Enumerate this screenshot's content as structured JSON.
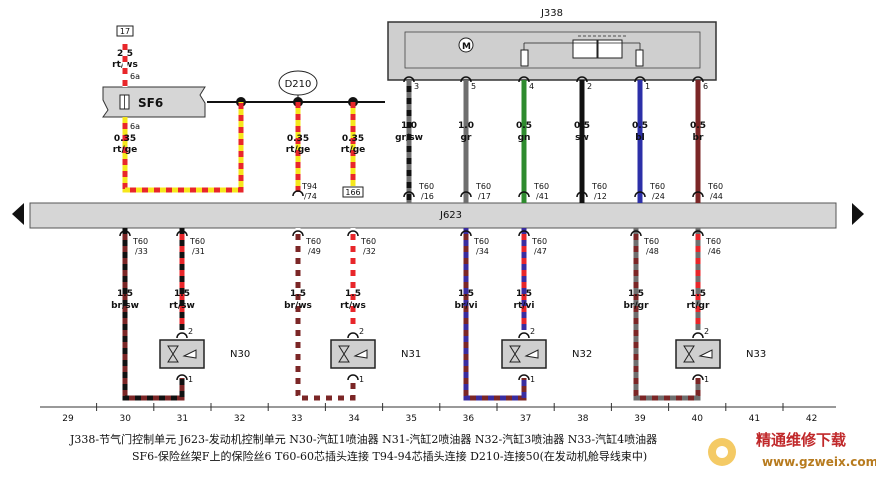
{
  "components": {
    "j338": "J338",
    "j623": "J623",
    "sf6": "SF6",
    "d210": "D210",
    "n30": "N30",
    "n31": "N31",
    "n32": "N32",
    "n33": "N33"
  },
  "fuse_top": {
    "box": "17",
    "size": "2.5",
    "color": "rt/ws",
    "pin_top": "6a",
    "pin_bottom": "6a"
  },
  "top_wires": [
    {
      "size": "0.35",
      "color": "rt/ge"
    },
    {
      "size": "0.35",
      "color": "rt/ge"
    },
    {
      "size": "0.35",
      "color": "rt/ge"
    }
  ],
  "t94_label": "T94",
  "t94_pin": "/74",
  "box_166": "166",
  "j338_wires": [
    {
      "pin": "3",
      "size": "1.0",
      "color": "gr/sw",
      "conn": "T60",
      "conn_pin": "/16"
    },
    {
      "pin": "5",
      "size": "1.0",
      "color": "gr",
      "conn": "T60",
      "conn_pin": "/17"
    },
    {
      "pin": "4",
      "size": "0.5",
      "color": "gn",
      "conn": "T60",
      "conn_pin": "/41"
    },
    {
      "pin": "2",
      "size": "0.5",
      "color": "sw",
      "conn": "T60",
      "conn_pin": "/12"
    },
    {
      "pin": "1",
      "size": "0.5",
      "color": "bl",
      "conn": "T60",
      "conn_pin": "/24"
    },
    {
      "pin": "6",
      "size": "0.5",
      "color": "br",
      "conn": "T60",
      "conn_pin": "/44"
    }
  ],
  "injector_wires": [
    {
      "conn": "T60",
      "pin": "/33",
      "size": "1.5",
      "color": "br/sw"
    },
    {
      "conn": "T60",
      "pin": "/31",
      "size": "1.5",
      "color": "rt/sw"
    },
    {
      "conn": "T60",
      "pin": "/49",
      "size": "1.5",
      "color": "br/ws"
    },
    {
      "conn": "T60",
      "pin": "/32",
      "size": "1.5",
      "color": "rt/ws"
    },
    {
      "conn": "T60",
      "pin": "/34",
      "size": "1.5",
      "color": "br/vi"
    },
    {
      "conn": "T60",
      "pin": "/47",
      "size": "1.5",
      "color": "rt/vi"
    },
    {
      "conn": "T60",
      "pin": "/48",
      "size": "1.5",
      "color": "br/gr"
    },
    {
      "conn": "T60",
      "pin": "/46",
      "size": "1.5",
      "color": "rt/gr"
    }
  ],
  "injector_pins": {
    "top": "2",
    "bottom": "1"
  },
  "columns": [
    "29",
    "30",
    "31",
    "32",
    "33",
    "34",
    "35",
    "36",
    "37",
    "38",
    "39",
    "40",
    "41",
    "42"
  ],
  "legend": {
    "line1": "J338-节气门控制单元    J623-发动机控制单元    N30-汽缸1喷油器    N31-汽缸2喷油器    N32-汽缸3喷油器    N33-汽缸4喷油器",
    "line2": "SF6-保险丝架F上的保险丝6    T60-60芯插头连接    T94-94芯插头连接    D210-连接50(在发动机舱导线束中)"
  },
  "watermark": {
    "line1": "精通维修下载",
    "line2": "www.gzweix.com"
  },
  "colors": {
    "red": "#e8262a",
    "yellow": "#f6e71c",
    "brown": "#7b2626",
    "black": "#111111",
    "green": "#2e8b2e",
    "blue": "#2c2fa8",
    "grey": "#6f6f6f",
    "violet": "#3a2ca0",
    "bus": "#d6d6d6"
  }
}
